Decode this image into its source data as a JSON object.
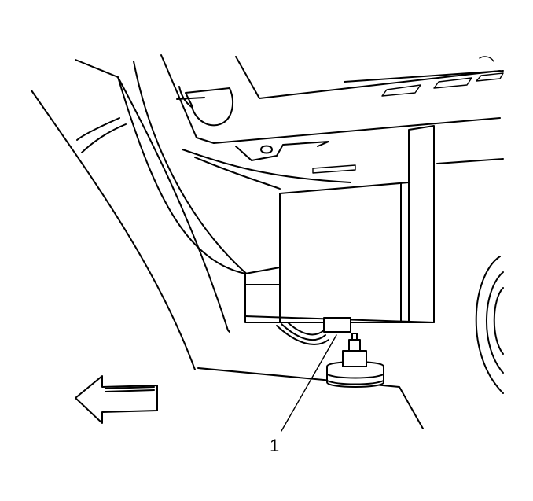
{
  "diagram": {
    "callouts": [
      {
        "id": "1",
        "label": "1"
      }
    ],
    "arrow_direction": "left"
  }
}
